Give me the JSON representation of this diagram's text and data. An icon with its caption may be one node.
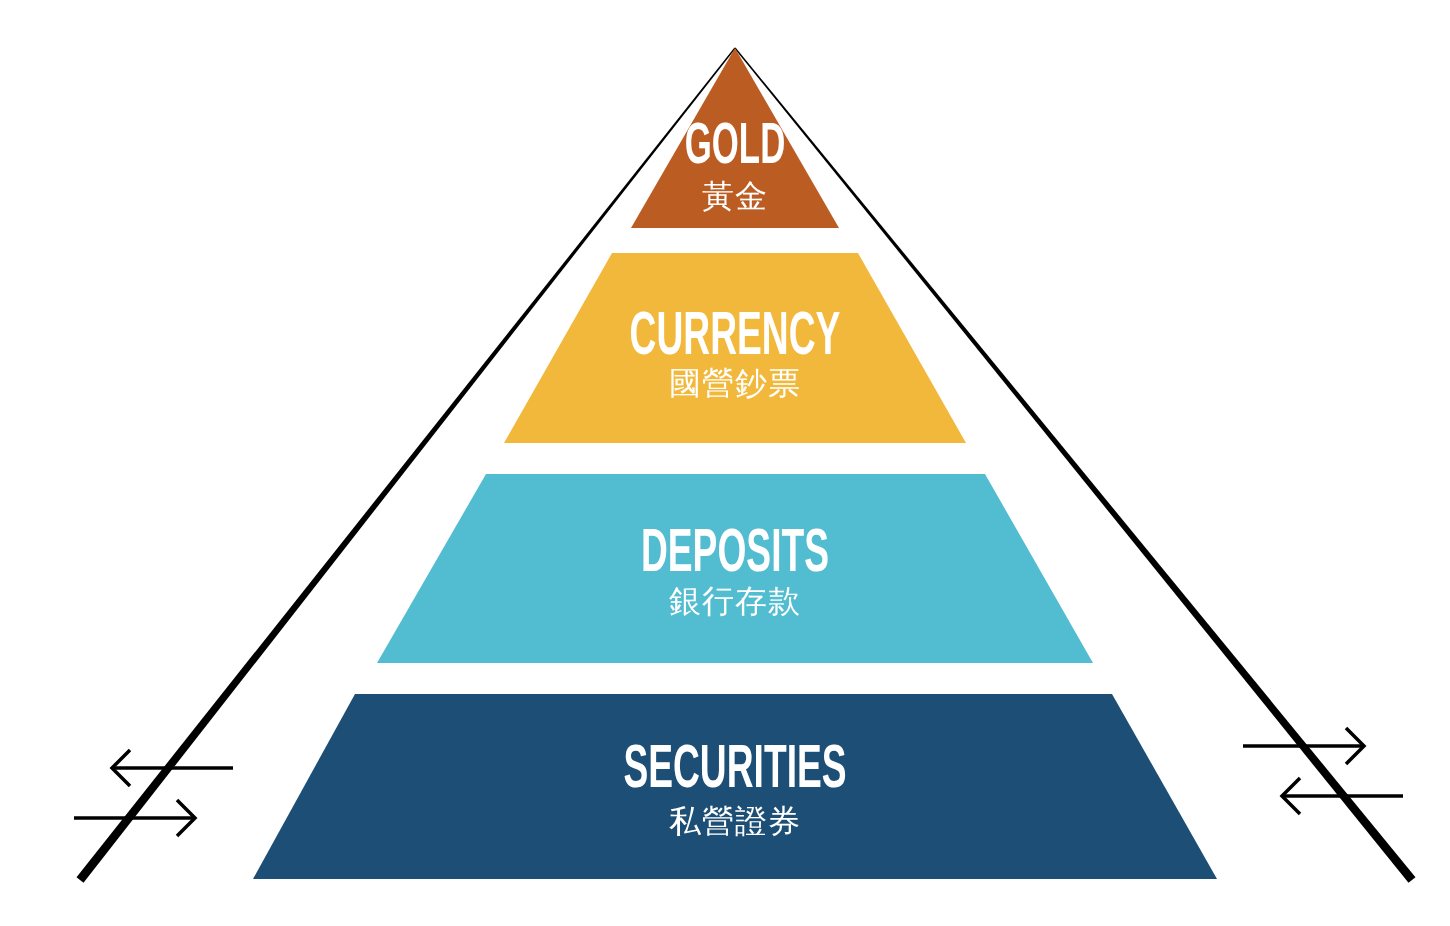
{
  "diagram": {
    "nodes": [
      {
        "text": [
          "GOLD",
          "黃金"
        ]
      },
      {
        "text": [
          "CURRENCY",
          "國營鈔票"
        ]
      },
      {
        "text": [
          "DEPOSITS",
          "銀行存款"
        ]
      },
      {
        "text": [
          "SECURITIES",
          "私營證券"
        ]
      }
    ]
  }
}
